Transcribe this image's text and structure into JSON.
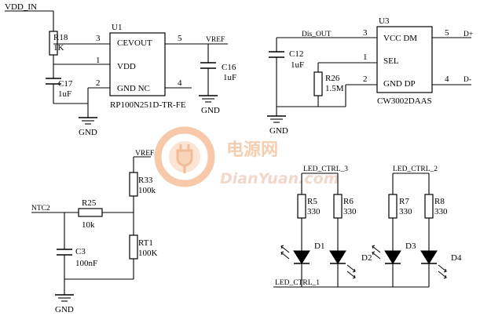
{
  "nets": {
    "vdd_in": "VDD_IN",
    "vref": "VREF",
    "vref2": "VREF",
    "dis_out": "Dis_OUT",
    "d_plus": "D+",
    "d_minus": "D-",
    "ntc2": "NTC2",
    "led_ctrl_3": "LED_CTRL_3",
    "led_ctrl_2": "LED_CTRL_2",
    "led_ctrl_1": "LED_CTRL_1",
    "gnd": "GND"
  },
  "u1": {
    "ref": "U1",
    "part": "RP100N251D-TR-FE",
    "pin_ce": "CEVOUT",
    "pin_vdd": "VDD",
    "pin_gnd": "GND NC",
    "pin3": "3",
    "pin1": "1",
    "pin2": "2",
    "pin5": "5",
    "pin4": "4"
  },
  "u3": {
    "ref": "U3",
    "part": "CW3002DAAS",
    "row1": "VCC DM",
    "row2": "SEL",
    "row3": "GND DP",
    "pin3": "3",
    "pin1": "1",
    "pin2": "2",
    "pin5": "5",
    "pin4": "4"
  },
  "components": {
    "r18": {
      "ref": "R18",
      "val": "1K"
    },
    "c17": {
      "ref": "C17",
      "val": "1uF"
    },
    "c16": {
      "ref": "C16",
      "val": "1uF"
    },
    "c12": {
      "ref": "C12",
      "val": "1uF"
    },
    "r26": {
      "ref": "R26",
      "val": "1.5M"
    },
    "r33": {
      "ref": "R33",
      "val": "100k"
    },
    "r25": {
      "ref": "R25",
      "val": "10k"
    },
    "rt1": {
      "ref": "RT1",
      "val": "100K"
    },
    "c3": {
      "ref": "C3",
      "val": "100nF"
    },
    "r5": {
      "ref": "R5",
      "val": "330"
    },
    "r6": {
      "ref": "R6",
      "val": "330"
    },
    "r7": {
      "ref": "R7",
      "val": "330"
    },
    "r8": {
      "ref": "R8",
      "val": "330"
    },
    "d1": {
      "ref": "D1"
    },
    "d2": {
      "ref": "D2"
    },
    "d3": {
      "ref": "D3"
    },
    "d4": {
      "ref": "D4"
    }
  },
  "watermark": {
    "cn": "电源网",
    "en": "DianYuan.com"
  }
}
